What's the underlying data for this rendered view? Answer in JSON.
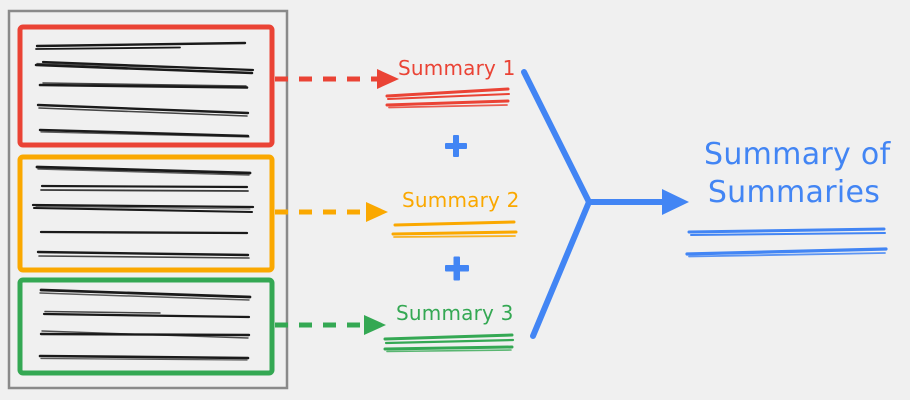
{
  "diagram": {
    "type": "flow-diagram",
    "title_text": "Summary of Summaries",
    "background_color": "#f0f0f0",
    "colors": {
      "red": "#EA4335",
      "yellow": "#FAA800",
      "green": "#34A853",
      "blue": "#4285F4",
      "document_border": "#8a8a8a",
      "scribble": "#1a1a1a"
    },
    "source_panel": {
      "name": "document-stack",
      "documents": [
        {
          "id": "doc-red",
          "color": "#EA4335",
          "text_line_count": 5
        },
        {
          "id": "doc-yellow",
          "color": "#FAA800",
          "text_line_count": 5
        },
        {
          "id": "doc-green",
          "color": "#34A853",
          "text_line_count": 4
        }
      ]
    },
    "summaries": [
      {
        "id": "summary-1",
        "label": "Summary 1",
        "color": "#EA4335",
        "underline_strokes": 2
      },
      {
        "id": "summary-2",
        "label": "Summary 2",
        "color": "#FAA800",
        "underline_strokes": 2
      },
      {
        "id": "summary-3",
        "label": "Summary 3",
        "color": "#34A853",
        "underline_strokes": 2
      }
    ],
    "operators": [
      {
        "id": "plus-1",
        "symbol": "+",
        "color": "#4285F4",
        "between": [
          "Summary 1",
          "Summary 2"
        ]
      },
      {
        "id": "plus-2",
        "symbol": "+",
        "color": "#4285F4",
        "between": [
          "Summary 2",
          "Summary 3"
        ]
      }
    ],
    "arrows": [
      {
        "id": "arrow-doc-red-to-summary-1",
        "style": "dashed",
        "color": "#EA4335"
      },
      {
        "id": "arrow-doc-yellow-to-summary-2",
        "style": "dashed",
        "color": "#FAA800"
      },
      {
        "id": "arrow-doc-green-to-summary-3",
        "style": "dashed",
        "color": "#34A853"
      },
      {
        "id": "arrow-merge-to-final",
        "style": "solid-merge",
        "color": "#4285F4"
      }
    ],
    "result": {
      "id": "summary-of-summaries",
      "line1": "Summary of",
      "line2": "Summaries",
      "color": "#4285F4",
      "underline_strokes": 2
    }
  }
}
